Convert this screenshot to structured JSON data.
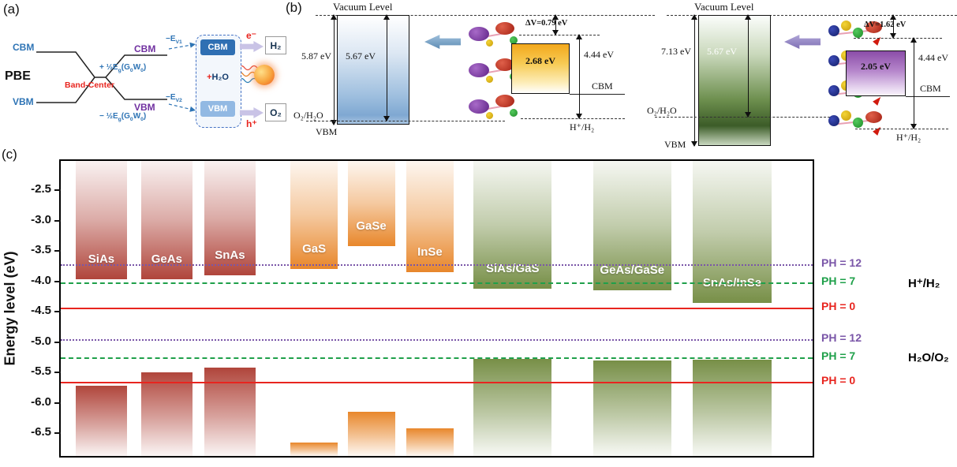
{
  "figure": {
    "panel_a": {
      "label": "(a)",
      "pbe": "PBE",
      "cbm": "CBM",
      "vbm": "VBM",
      "band_center": "Band-Center",
      "plus_half_gap_html": "+ ½E<sub>g</sub>(G<sub>0</sub>W<sub>0</sub>)",
      "minus_half_gap_html": "− ½E<sub>g</sub>(G<sub>0</sub>W<sub>0</sub>)",
      "ev1_html": "−E<sub>V1</sub>",
      "ev2_html": "−E<sub>V2</sub>",
      "qp_cbm": "CBM",
      "qp_vbm": "VBM",
      "box_cbm": "CBM",
      "box_plus": "+",
      "box_h2o": "H₂O",
      "box_vbm": "VBM",
      "electron": "e⁻",
      "hole": "h⁺",
      "h2": "H₂",
      "o2": "O₂"
    },
    "panel_b": {
      "label": "(b)",
      "left": {
        "vacuum": "Vacuum Level",
        "outer": "5.87 eV",
        "inner": "5.67 eV",
        "water_line": "O₂/H₂O",
        "vbm": "VBM",
        "dv": "ΔV=0.79 eV",
        "gap": "2.68 eV",
        "she": "4.44 eV",
        "cbm": "CBM",
        "h_line": "H⁺/H₂"
      },
      "right": {
        "vacuum": "Vacuum Level",
        "outer": "7.13 eV",
        "inner": "5.67 eV",
        "water_line": "O₂/H₂O",
        "vbm": "VBM",
        "dv": "ΔV=1.62 eV",
        "gap": "2.05 eV",
        "she": "4.44 eV",
        "cbm": "CBM",
        "h_line": "H⁺/H₂"
      }
    },
    "panel_c": {
      "label": "(c)",
      "ylabel": "Energy level (eV)",
      "groups": [
        {
          "label": "H⁺/H₂",
          "energy": -4.07
        },
        {
          "label": "H₂O/O₂",
          "energy": -5.3
        }
      ]
    }
  },
  "chart_data": {
    "type": "bar",
    "subtype": "band-alignment",
    "ylabel": "Energy level (eV)",
    "ylim": [
      -6.87,
      -2.02
    ],
    "yticks": [
      -2.5,
      -3.0,
      -3.5,
      -4.0,
      -4.5,
      -5.0,
      -5.5,
      -6.0,
      -6.5
    ],
    "grid": false,
    "legend_position": "right",
    "materials": [
      {
        "name": "SiAs",
        "group": "red",
        "cbm": -3.97,
        "vbm": -5.72,
        "x": 0.054,
        "w": 0.068
      },
      {
        "name": "GeAs",
        "group": "red",
        "cbm": -3.96,
        "vbm": -5.5,
        "x": 0.141,
        "w": 0.068
      },
      {
        "name": "SnAs",
        "group": "red",
        "cbm": -3.9,
        "vbm": -5.42,
        "x": 0.225,
        "w": 0.068
      },
      {
        "name": "GaS",
        "group": "orange",
        "cbm": -3.8,
        "vbm": -6.65,
        "x": 0.337,
        "w": 0.063
      },
      {
        "name": "GaSe",
        "group": "orange",
        "cbm": -3.42,
        "vbm": -6.15,
        "x": 0.413,
        "w": 0.063
      },
      {
        "name": "InSe",
        "group": "orange",
        "cbm": -3.85,
        "vbm": -6.42,
        "x": 0.491,
        "w": 0.063
      },
      {
        "name": "SiAs/GaS",
        "group": "green",
        "cbm": -4.12,
        "vbm": -5.28,
        "x": 0.601,
        "w": 0.104
      },
      {
        "name": "GeAs/GaSe",
        "group": "green",
        "cbm": -4.15,
        "vbm": -5.3,
        "x": 0.76,
        "w": 0.104
      },
      {
        "name": "SnAs/InSe",
        "group": "green",
        "cbm": -4.35,
        "vbm": -5.29,
        "x": 0.893,
        "w": 0.104
      }
    ],
    "reference_lines": [
      {
        "group": "H+/H2",
        "ph": "PH = 12",
        "energy": -3.73,
        "style": "dotted",
        "color": "#7a56a8"
      },
      {
        "group": "H+/H2",
        "ph": "PH = 7",
        "energy": -4.03,
        "style": "dashed",
        "color": "#1fa04a"
      },
      {
        "group": "H+/H2",
        "ph": "PH = 0",
        "energy": -4.44,
        "style": "solid",
        "color": "#e8251f"
      },
      {
        "group": "H2O/O2",
        "ph": "PH = 12",
        "energy": -4.96,
        "style": "dotted",
        "color": "#7a56a8"
      },
      {
        "group": "H2O/O2",
        "ph": "PH = 7",
        "energy": -5.26,
        "style": "dashed",
        "color": "#1fa04a"
      },
      {
        "group": "H2O/O2",
        "ph": "PH = 0",
        "energy": -5.67,
        "style": "solid",
        "color": "#e8251f"
      }
    ],
    "colors": {
      "red": "#b0453b",
      "orange": "#e8872b",
      "green": "#778f47"
    }
  }
}
